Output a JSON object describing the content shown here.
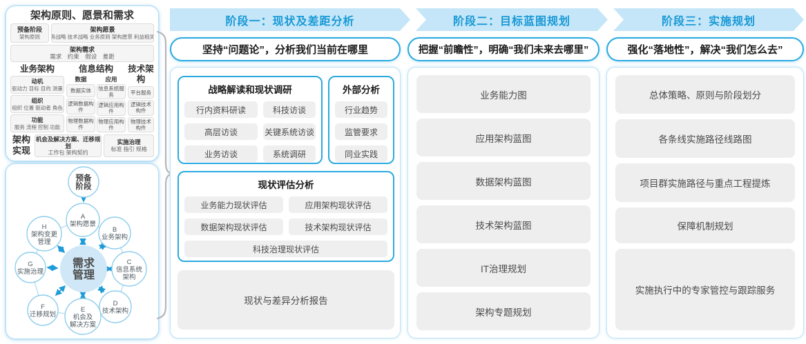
{
  "colors": {
    "banner_bg": "#c5e6f8",
    "banner_text": "#1899d6",
    "blue_border": "#29a9e0",
    "panel_border": "#b9e0f4",
    "item_bg": "#efefef",
    "arrow_blue": "#1f9cd8",
    "brace_gray": "#b5b5b5",
    "center_fill": "#cfe7f6"
  },
  "left_panel": {
    "title": "架构原则、愿景和需求",
    "prep": {
      "title": "预备阶段",
      "sub": "架构原则"
    },
    "vision": {
      "title": "架构愿景",
      "sub": "业务战略 技术战略 业务原则 架构愿景 利益相关者"
    },
    "requirements": {
      "title": "架构需求",
      "sub": "需求　约束　假设　差距"
    },
    "business": {
      "title": "业务架构",
      "groups": [
        {
          "title": "动机",
          "sub": "驱动力 目标 目的 测量"
        },
        {
          "title": "组织",
          "sub": "组织 位置 驱动者 角色"
        },
        {
          "title": "功能",
          "sub": "服务 流程 控制 功能"
        }
      ]
    },
    "information": {
      "title": "信息结构",
      "data_col": {
        "title": "数据",
        "items": [
          "数据实体",
          "逻辑数据构件",
          "物理数据构件"
        ]
      },
      "app_col": {
        "title": "应用",
        "items": [
          "信息系统服务",
          "逻辑应用构件",
          "物理应用构件"
        ]
      }
    },
    "technology": {
      "title": "技术架构",
      "items": [
        "平台服务",
        "逻辑技术构件",
        "物理技术构件"
      ]
    },
    "realization": {
      "label": "架构实现",
      "migration": {
        "title": "机会及解决方案、迁移规划",
        "sub": "工作包 架构契约"
      },
      "governance": {
        "title": "实施治理",
        "sub": "标准 指引 规格"
      }
    }
  },
  "adm": {
    "prep": {
      "lines": [
        "预备",
        "阶段"
      ]
    },
    "center": {
      "lines": [
        "需求",
        "管理"
      ]
    },
    "nodes": [
      {
        "id": "A",
        "lines": [
          "A",
          "架构愿景"
        ]
      },
      {
        "id": "B",
        "lines": [
          "B",
          "业务架构"
        ]
      },
      {
        "id": "C",
        "lines": [
          "C",
          "信息系统",
          "架构"
        ]
      },
      {
        "id": "D",
        "lines": [
          "D",
          "技术架构"
        ]
      },
      {
        "id": "E",
        "lines": [
          "E",
          "机会及",
          "解决方案"
        ]
      },
      {
        "id": "F",
        "lines": [
          "F",
          "迁移规划"
        ]
      },
      {
        "id": "G",
        "lines": [
          "G",
          "实施治理"
        ]
      },
      {
        "id": "H",
        "lines": [
          "H",
          "架构变更",
          "管理"
        ]
      }
    ]
  },
  "phases": [
    {
      "banner": "阶段一：现状及差距分析",
      "slogan": "坚持“问题论”，分析我们当前在哪里",
      "research": {
        "title": "战略解读和现状调研",
        "items": [
          "行内资料研读",
          "科技访谈",
          "高层访谈",
          "关键系统访谈",
          "业务访谈",
          "系统调研"
        ]
      },
      "external": {
        "title": "外部分析",
        "items": [
          "行业趋势",
          "监管要求",
          "同业实践"
        ]
      },
      "assessment": {
        "title": "现状评估分析",
        "items": [
          "业务能力现状评估",
          "应用架构现状评估",
          "数据架构现状评估",
          "技术架构现状评估",
          "科技治理现状评估"
        ]
      },
      "report": "现状与差异分析报告"
    },
    {
      "banner": "阶段二：目标蓝图规划",
      "slogan": "把握“前瞻性”，明确“我们未来去哪里”",
      "boxes": [
        "业务能力图",
        "应用架构蓝图",
        "数据架构蓝图",
        "技术架构蓝图",
        "IT治理规划",
        "架构专题规划"
      ]
    },
    {
      "banner": "阶段三：实施规划",
      "slogan": "强化“落地性”，解决“我们怎么去”",
      "boxes": [
        "总体策略、原则与阶段划分",
        "各条线实施路径线路图",
        "项目群实施路径与重点工程提炼",
        "保障机制规划",
        "实施执行中的专家管控与跟踪服务"
      ]
    }
  ]
}
